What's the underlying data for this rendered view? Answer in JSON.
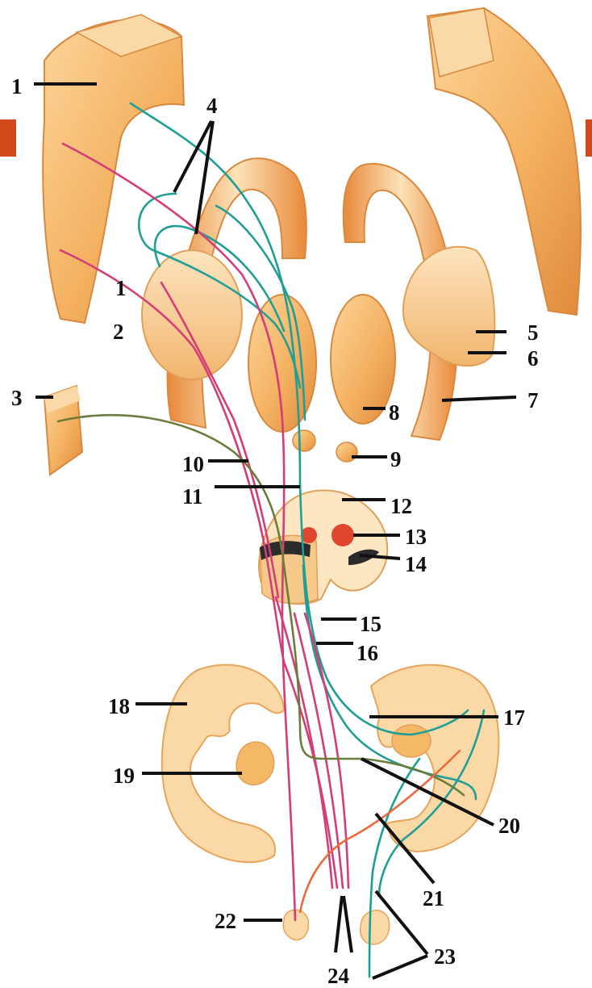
{
  "colors": {
    "accent_bar": "#d24a1a",
    "structure_fill": "#f7c07a",
    "structure_dark": "#e08a3c",
    "structure_light": "#fde6c2",
    "tract_teal": "#1f9e96",
    "tract_pink": "#d43d78",
    "tract_olive": "#6b7d3a",
    "tract_orange": "#ea6a3d",
    "red_nucleus": "#e0462e",
    "substantia_nigra": "#2b2b2b",
    "leader_line": "#111111"
  },
  "labels": [
    "1",
    "4",
    "1",
    "2",
    "3",
    "5",
    "6",
    "7",
    "8",
    "9",
    "10",
    "11",
    "12",
    "13",
    "14",
    "15",
    "16",
    "17",
    "18",
    "19",
    "20",
    "21",
    "22",
    "23",
    "24"
  ]
}
